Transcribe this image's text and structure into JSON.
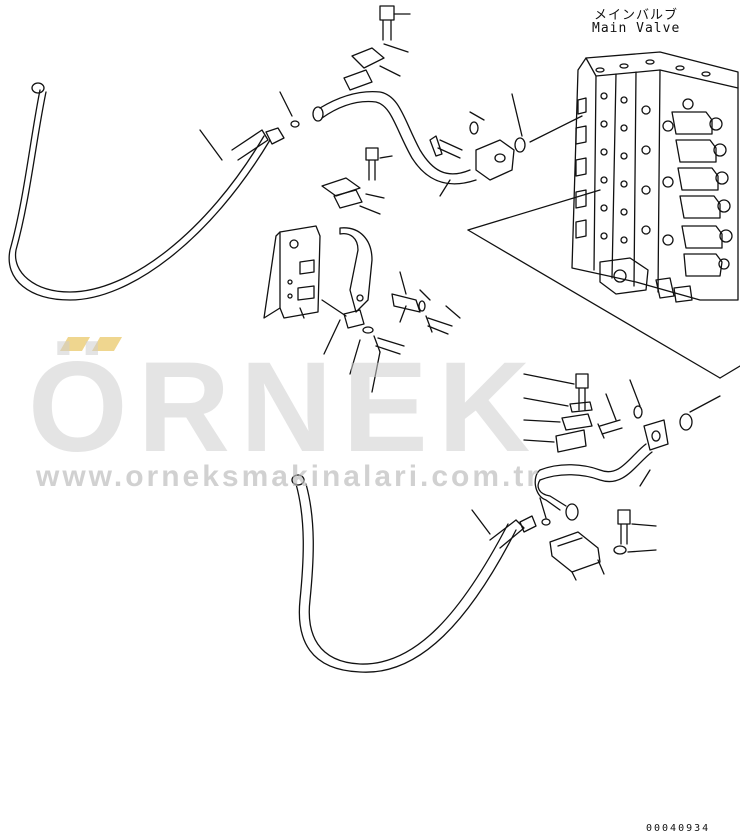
{
  "labels": {
    "main_valve_jp": "メインバルブ",
    "main_valve_en": "Main Valve"
  },
  "watermark": {
    "brand": "ÖRNEK",
    "url": "www.orneksmakinalari.com.tr"
  },
  "document_id": "00040934",
  "colors": {
    "line": "#111111",
    "watermark_text": "#cdcdcd",
    "watermark_accent": "#e8c460"
  }
}
